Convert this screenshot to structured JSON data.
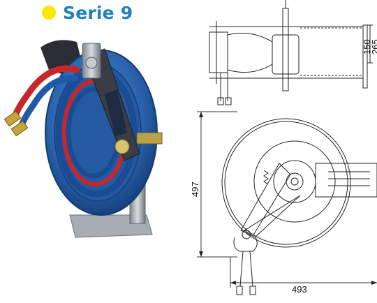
{
  "title": {
    "text": "Serie 9",
    "bullet_color": "#ffe800",
    "text_color": "#1f7fbf"
  },
  "dimensions": {
    "side_150": "150",
    "side_265": "265",
    "height_497": "497",
    "width_493": "493"
  },
  "colors": {
    "reel_blue": "#2c6ab8",
    "hose_red": "#c8262a",
    "hose_blue": "#1a4c94",
    "metal": "#9aa3ab"
  }
}
